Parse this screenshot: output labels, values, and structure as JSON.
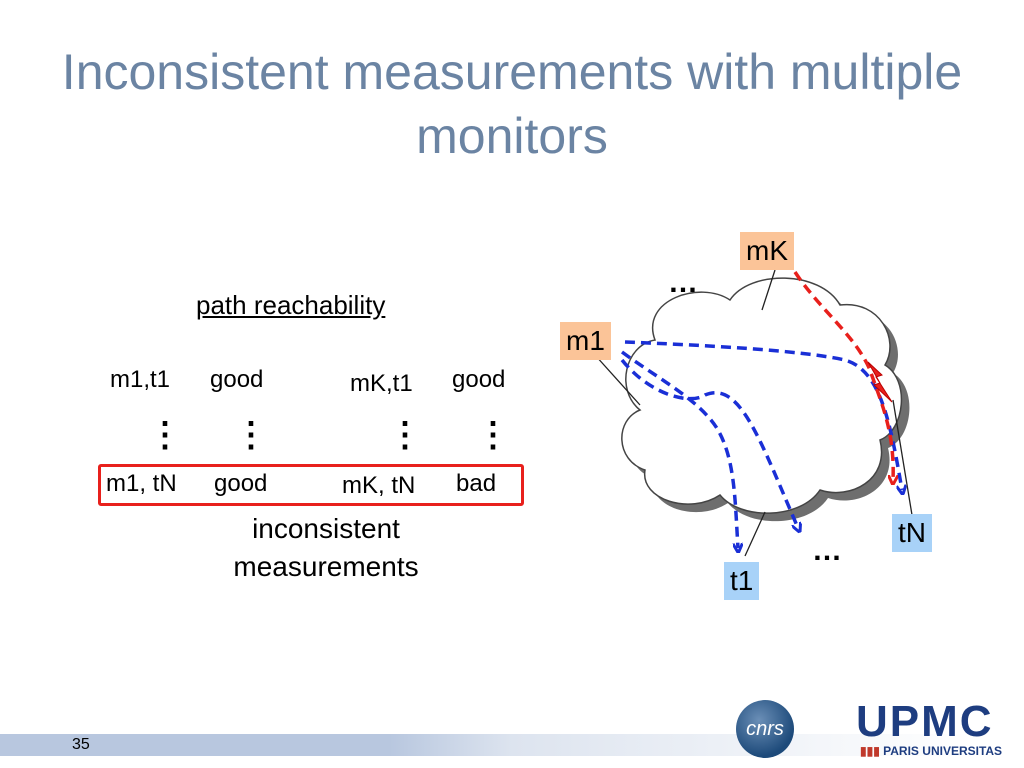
{
  "slide": {
    "title": "Inconsistent measurements with multiple monitors",
    "page_number": "35"
  },
  "table": {
    "heading": "path reachability",
    "top_row": [
      {
        "pair": "m1,t1",
        "status": "good"
      },
      {
        "pair": "mK,t1",
        "status": "good"
      }
    ],
    "ellipsis": "⋮",
    "bottom_row": [
      {
        "pair": "m1, tN",
        "status": "good"
      },
      {
        "pair": "mK, tN",
        "status": "bad"
      }
    ],
    "caption": "inconsistent measurements"
  },
  "diagram": {
    "monitors": [
      "m1",
      "mK"
    ],
    "targets": [
      "t1",
      "tN"
    ],
    "ellipsis": "…",
    "colors": {
      "good_path": "#1a2fd6",
      "bad_path": "#e8201c",
      "monitor_bg": "#fbc498",
      "target_bg": "#a8d2f8"
    }
  },
  "logos": {
    "cnrs": "cnrs",
    "upmc": "UPMC",
    "upmc_sub": "PARIS UNIVERSITAS"
  }
}
